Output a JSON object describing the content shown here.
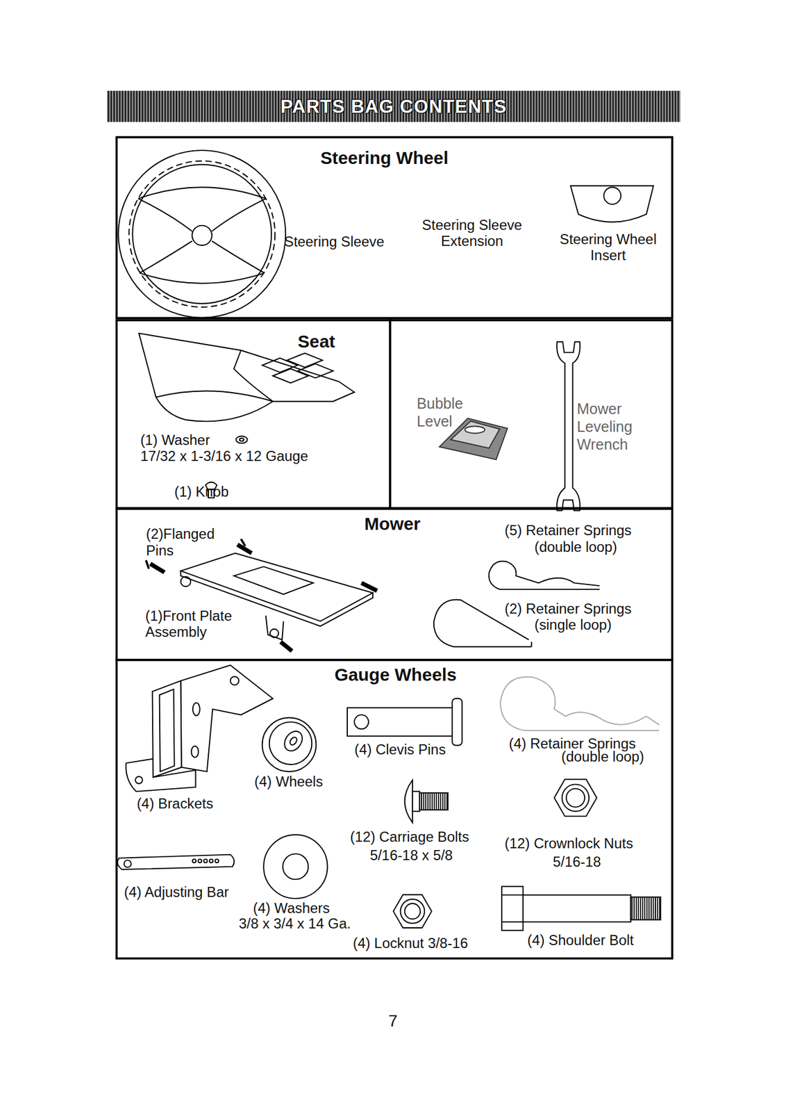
{
  "diagram": {
    "title": "PARTS BAG CONTENTS",
    "nodes": [
      {
        "text": [
          "Steering Wheel"
        ]
      },
      {
        "text": [
          "Seat"
        ]
      },
      {
        "text": [
          "Bubble Level",
          "Mower Leveling Wrench"
        ]
      },
      {
        "text": [
          "Mower"
        ]
      },
      {
        "text": [
          "Gauge Wheels"
        ]
      }
    ],
    "labels": [
      "Steering Sleeve",
      "Steering Sleeve Extension",
      "Steering Wheel Insert",
      "(1) Washer",
      "17/32 x 1-3/16 x 12 Gauge",
      "(1) Knob",
      "(2)Flanged Pins",
      "(5) Retainer Springs",
      "(double loop)",
      "(1)Front Plate Assembly",
      "(2) Retainer Springs",
      "(single loop)",
      "(4) Clevis Pins",
      "(4) Retainer Springs",
      "(double loop)",
      "(4) Wheels",
      "(4) Brackets",
      "(12) Carriage Bolts",
      "5/16-18 x 5/8",
      "(12) Crownlock Nuts",
      "5/16-18",
      "(4) Adjusting Bar",
      "(4) Washers",
      "3/8 x 3/4 x 14 Ga.",
      "(4) Shoulder Bolt",
      "(4) Locknut 3/8-16",
      "7"
    ]
  }
}
